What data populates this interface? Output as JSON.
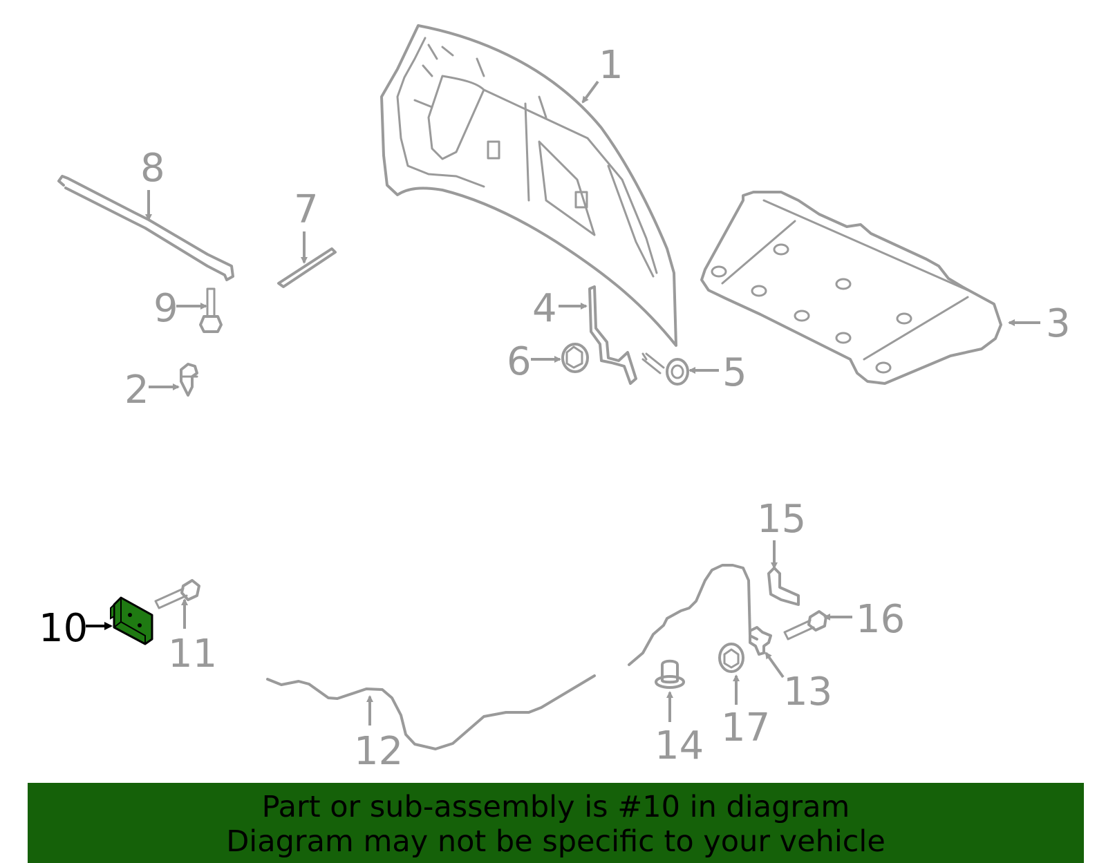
{
  "callouts": {
    "c1": "1",
    "c2": "2",
    "c3": "3",
    "c4": "4",
    "c5": "5",
    "c6": "6",
    "c7": "7",
    "c8": "8",
    "c9": "9",
    "c10": "10",
    "c11": "11",
    "c12": "12",
    "c13": "13",
    "c14": "14",
    "c15": "15",
    "c16": "16",
    "c17": "17"
  },
  "highlight": {
    "part": "10",
    "color": "#1f7a12"
  },
  "colors": {
    "line": "#9a9a9a",
    "banner": "#156109",
    "highlight_text": "#000000"
  },
  "banner": {
    "line1": "Part or sub-assembly is #10 in diagram",
    "line2": "Diagram may not be specific to your vehicle"
  }
}
